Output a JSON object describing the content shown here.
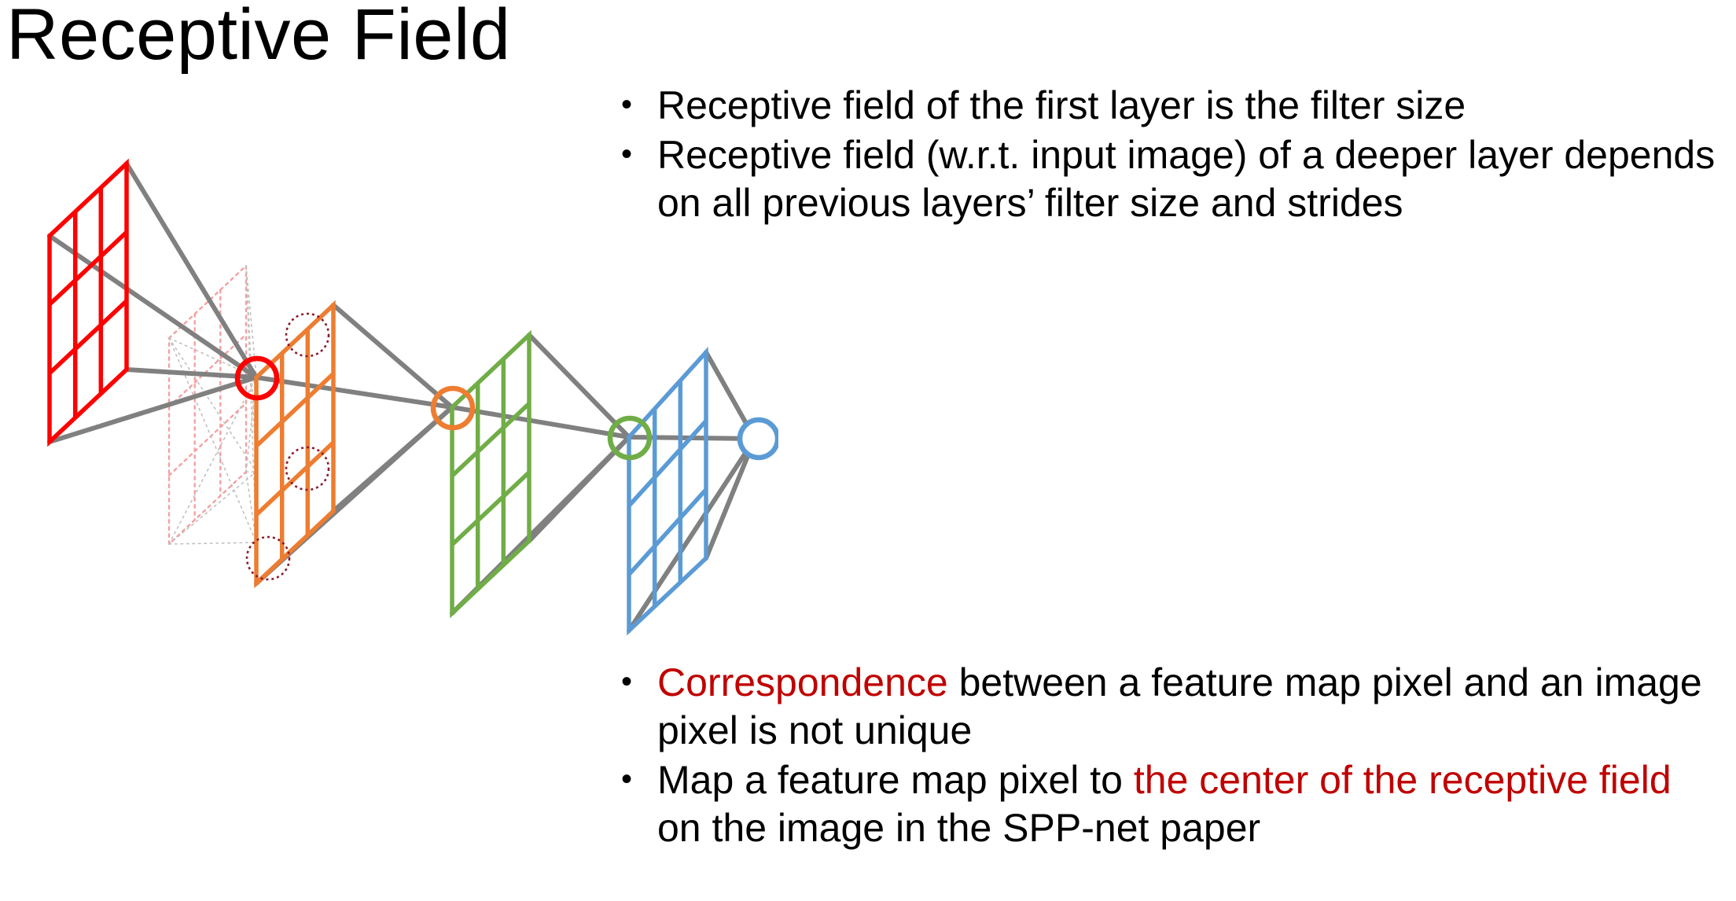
{
  "slide": {
    "title": "Receptive Field",
    "background": "#FFFFFF"
  },
  "bullets_top": [
    {
      "marker": "•",
      "segments": [
        {
          "text": "Receptive field of the first layer is the filter size",
          "color": "#000000"
        }
      ]
    },
    {
      "marker": "•",
      "segments": [
        {
          "text": "Receptive field (w.r.t. input image) of a deeper layer depends on all previous layers’ filter size and strides",
          "color": "#000000"
        }
      ]
    }
  ],
  "bullets_bottom": [
    {
      "marker": "•",
      "segments": [
        {
          "text": "Correspondence",
          "color": "#C00000"
        },
        {
          "text": " between a feature map pixel and an image pixel is not unique",
          "color": "#000000"
        }
      ]
    },
    {
      "marker": "•",
      "segments": [
        {
          "text": "Map a feature map pixel to ",
          "color": "#000000"
        },
        {
          "text": "the center of the receptive field",
          "color": "#C00000"
        },
        {
          "text": " on the image in the SPP-net paper",
          "color": "#000000"
        }
      ]
    }
  ],
  "diagram": {
    "name": "cnn-receptive-field-diagram",
    "description": "Four stacked convolutional feature-map planes drawn in isometric perspective, connected by gray cone lines, ending in a single output unit.",
    "colors": {
      "layer_1_red": "#FF0000",
      "layer_1_ghost_red": "#F4A0A0",
      "layer_2_orange": "#ED7D31",
      "layer_3_green": "#70AD47",
      "layer_4_blue": "#5B9BD5",
      "connector_gray": "#808080",
      "faint_gray": "#B8B8B8",
      "dotted_circle_darkred": "#8B1A2B"
    },
    "layers": [
      {
        "name": "input-image-plane",
        "color": "#FF0000",
        "grid": "3x3",
        "marker": "none"
      },
      {
        "name": "feature-map-1-plane",
        "color": "#ED7D31",
        "grid": "3x3",
        "marker": "solid-red-circle"
      },
      {
        "name": "feature-map-2-plane",
        "color": "#70AD47",
        "grid": "3x3",
        "marker": "solid-orange-circle"
      },
      {
        "name": "feature-map-3-plane",
        "color": "#5B9BD5",
        "grid": "3x3",
        "marker": "solid-green-circle"
      }
    ],
    "output_unit": {
      "name": "output-unit-circle",
      "color": "#5B9BD5"
    },
    "ghost_markers": 3,
    "ghost_marker_color": "#8B1A2B"
  }
}
